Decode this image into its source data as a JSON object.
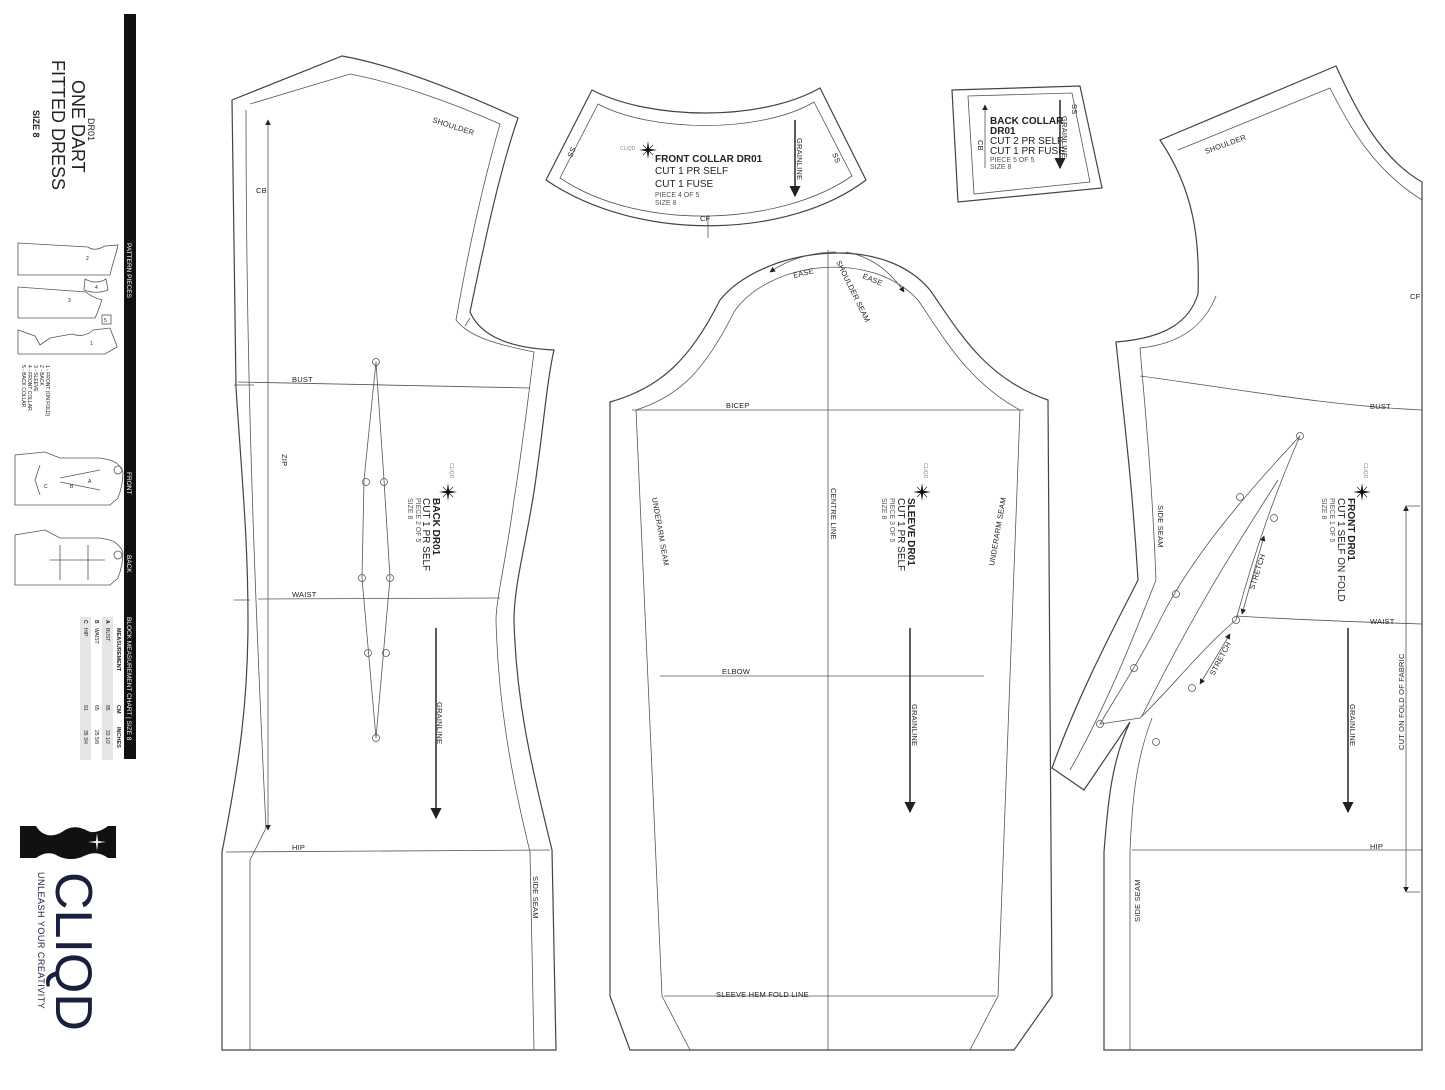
{
  "sidebar": {
    "code": "DR01",
    "title_line1": "ONE DART",
    "title_line2": "FITTED DRESS",
    "size": "SIZE 8",
    "pattern_pieces_header": "PATTERN PIECES",
    "front_header": "FRONT",
    "back_header": "BACK",
    "pattern_pieces": [
      "1 - FRONT (ON FOLD)",
      "2 - BACK",
      "3 - SLEEVE",
      "4 - FRONT COLLAR",
      "5 - BACK COLLAR"
    ],
    "thumb_numbers": [
      "1",
      "2",
      "3",
      "4",
      "5"
    ],
    "thumb_letters": [
      "A",
      "B",
      "C"
    ],
    "measurement_chart": {
      "title": "BLOCK MEASUREMENT CHART | SIZE 8",
      "columns": [
        "MEASUREMENT",
        "CM",
        "INCHES"
      ],
      "rows": [
        {
          "key": "A",
          "name": "BUST",
          "cm": "85",
          "inches": "33 1/2"
        },
        {
          "key": "B",
          "name": "WAIST",
          "cm": "65",
          "inches": "25 5/8"
        },
        {
          "key": "C",
          "name": "HIP",
          "cm": "91",
          "inches": "35 3/4"
        }
      ]
    },
    "brand": "CLIQD",
    "tagline": "UNLEASH YOUR CREATIVITY"
  },
  "pieces": {
    "back": {
      "title": "BACK DR01",
      "cut": "CUT 1 PR SELF",
      "piece": "PIECE 2 OF 5",
      "size": "SIZE 8",
      "labels": {
        "shoulder": "SHOULDER",
        "cb": "CB",
        "bust": "BUST",
        "zip": "ZIP",
        "waist": "WAIST",
        "hip": "HIP",
        "side_seam": "SIDE SEAM",
        "grainline": "GRAINLINE"
      }
    },
    "front_collar": {
      "title": "FRONT COLLAR  DR01",
      "cut1": "CUT 1 PR SELF",
      "cut2": "CUT 1 FUSE",
      "piece": "PIECE 4 OF 5",
      "size": "SIZE 8",
      "labels": {
        "grainline": "GRAINLINE",
        "ss": "SS",
        "cf": "CF"
      }
    },
    "back_collar": {
      "title": "BACK COLLAR",
      "code": "DR01",
      "cut1": "CUT 2 PR SELF",
      "cut2": "CUT 1 PR FUSE",
      "piece": "PIECE 5 OF 5",
      "size": "SIZE 8",
      "labels": {
        "grainline": "GRAINLINE",
        "ss": "SS",
        "cb": "CB"
      }
    },
    "sleeve": {
      "title": "SLEEVE DR01",
      "cut": "CUT 1 PR SELF",
      "piece": "PIECE 3 OF 5",
      "size": "SIZE 8",
      "labels": {
        "ease": "EASE",
        "shoulder_seam": "SHOULDER SEAM",
        "bicep": "BICEP",
        "underarm_seam": "UNDERARM SEAM",
        "centre_line": "CENTRE LINE",
        "elbow": "ELBOW",
        "hem_fold": "SLEEVE HEM FOLD LINE",
        "grainline": "GRAINLINE"
      }
    },
    "front": {
      "title": "FRONT DR01",
      "cut": "CUT 1 SELF ON FOLD",
      "piece": "PIECE 1 OF 5",
      "size": "SIZE 8",
      "labels": {
        "shoulder": "SHOULDER",
        "cf": "CF",
        "bust": "BUST",
        "side_seam": "SIDE SEAM",
        "stretch": "STRETCH",
        "waist": "WAIST",
        "grainline": "GRAINLINE",
        "hip": "HIP",
        "fold": "CUT ON FOLD OF FABRIC"
      }
    },
    "logo_text": "CLIQD"
  }
}
